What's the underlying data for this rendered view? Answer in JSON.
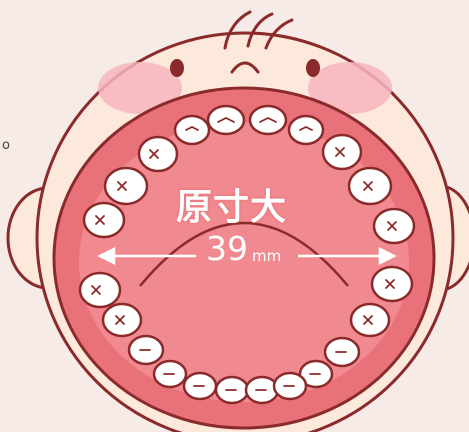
{
  "stray_mark": "o",
  "label": "原寸大",
  "measurement": {
    "value": "39",
    "unit": "mm"
  },
  "colors": {
    "background": "#f7ebe7",
    "outline": "#8a2a2a",
    "skin": "#fde8dc",
    "cheek": "#f7b5bd",
    "mouth": "#e9727a",
    "mouth_inner": "#f18a90",
    "tooth": "#ffffff",
    "hair": "#8a2a2a"
  },
  "icons": [
    "baby-face-icon",
    "teeth-icon",
    "arrow-left-icon",
    "arrow-right-icon"
  ]
}
